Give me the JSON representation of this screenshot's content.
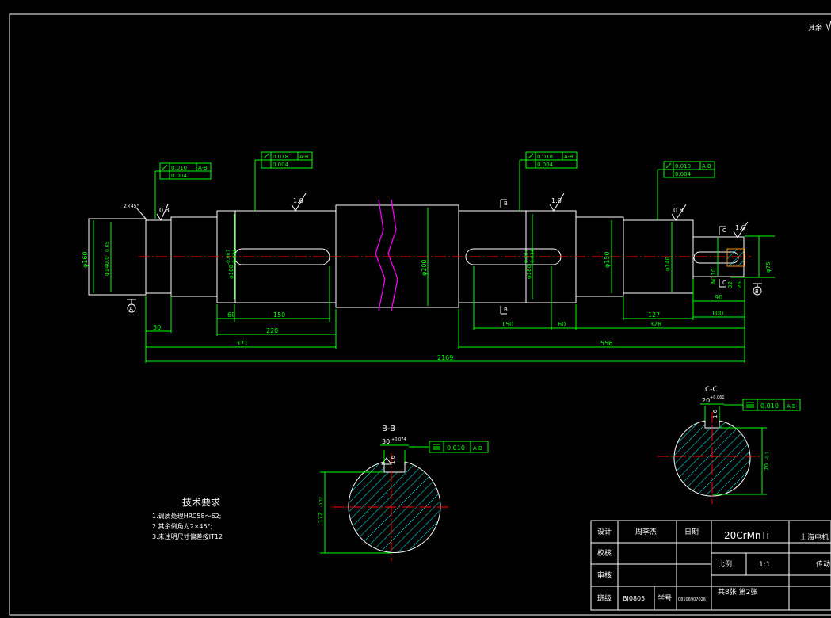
{
  "corner_note": "其余",
  "main_view": {
    "diameters": {
      "d160": "φ160",
      "d140": "φ140.0",
      "d180a": "φ180",
      "d200": "φ200",
      "d180b": "φ180",
      "d150": "φ150",
      "d140b": "φ140",
      "d110": "M110",
      "d75": "φ75"
    },
    "tolerances": {
      "d140_tol": "0.05",
      "d180a_upper": "-0.007",
      "d180a_lower": "-0.034",
      "d180b_upper": "-0.007",
      "d180b_lower": "-0.034"
    },
    "chamfer": "2×45°",
    "roughness": [
      "0.8",
      "1.6",
      "1.6",
      "0.8",
      "1.6"
    ],
    "section_labels": [
      "B",
      "B",
      "C",
      "C"
    ],
    "datums": [
      "A",
      "B"
    ],
    "fcf": [
      {
        "v1": "0.010",
        "ref": "A-B",
        "v2": "0.004"
      },
      {
        "v1": "0.018",
        "ref": "A-B",
        "v2": "0.004"
      },
      {
        "v1": "0.018",
        "ref": "A-B",
        "v2": "0.004"
      },
      {
        "v1": "0.010",
        "ref": "A-B",
        "v2": "0.004"
      }
    ],
    "dims": {
      "d50a": "50",
      "d60a": "60",
      "d150a": "150",
      "d220": "220",
      "d371": "371",
      "d150b": "150",
      "d60b": "60",
      "d556": "556",
      "d127": "127",
      "d328": "328",
      "d90": "90",
      "d100": "100",
      "d2169": "2169",
      "d32": "32",
      "d25": "25"
    }
  },
  "section_bb": {
    "title": "B-B",
    "key_width": "30",
    "key_tol": "+0.074",
    "depth": "172",
    "depth_tol": "-0.32",
    "roughness": "1.6",
    "fcf_value": "0.010",
    "fcf_ref": "A-B"
  },
  "section_cc": {
    "title": "C-C",
    "key_width": "20",
    "key_tol": "+0.061",
    "depth": "70",
    "depth_tol": "-0.1",
    "roughness": "1.6",
    "fcf_value": "0.010",
    "fcf_ref": "A-B"
  },
  "tech_req": {
    "title": "技术要求",
    "items": [
      "1.调质处理HRC58～62;",
      "2.其余倒角为2×45°;",
      "3.未注明尺寸偏差按IT12"
    ]
  },
  "title_block": {
    "design_label": "设计",
    "designer": "周李杰",
    "date_label": "日期",
    "material": "20CrMnTi",
    "org": "上海电机",
    "check_label": "校核",
    "scale_label": "比例",
    "scale": "1:1",
    "part": "传动",
    "review_label": "审核",
    "class_label": "班级",
    "class_value": "BJ0805",
    "id_label": "学号",
    "id_value": "08106907026",
    "sheets": "共8张  第2张"
  }
}
